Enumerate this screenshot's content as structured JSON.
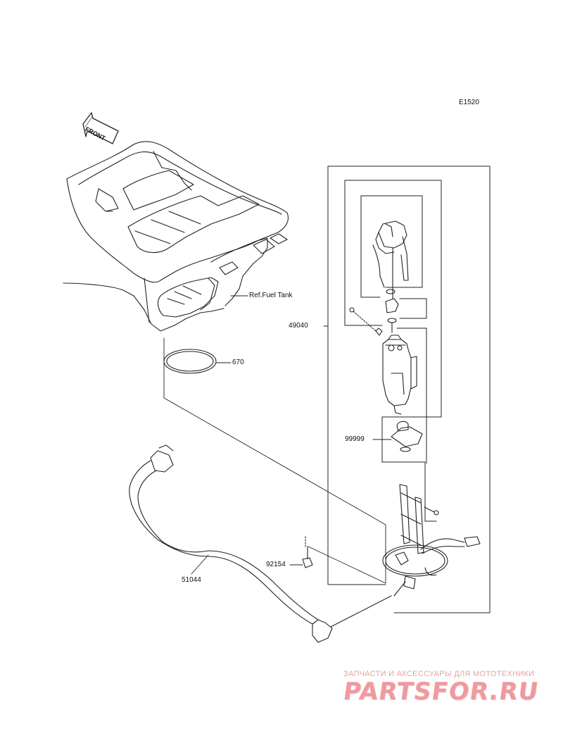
{
  "diagram": {
    "code": "E1520",
    "front_label": "FRONT",
    "ref_label": "Ref.Fuel Tank",
    "callouts": {
      "gasket": "670",
      "pump_assy": "49040",
      "filter": "99999",
      "bolt": "92154",
      "hose": "51044"
    }
  },
  "watermark": {
    "tagline": "ЗАПЧАСТИ И АКСЕССУАРЫ ДЛЯ МОТОТЕХНИКИ",
    "brand": "PARTSFOR.RU"
  }
}
